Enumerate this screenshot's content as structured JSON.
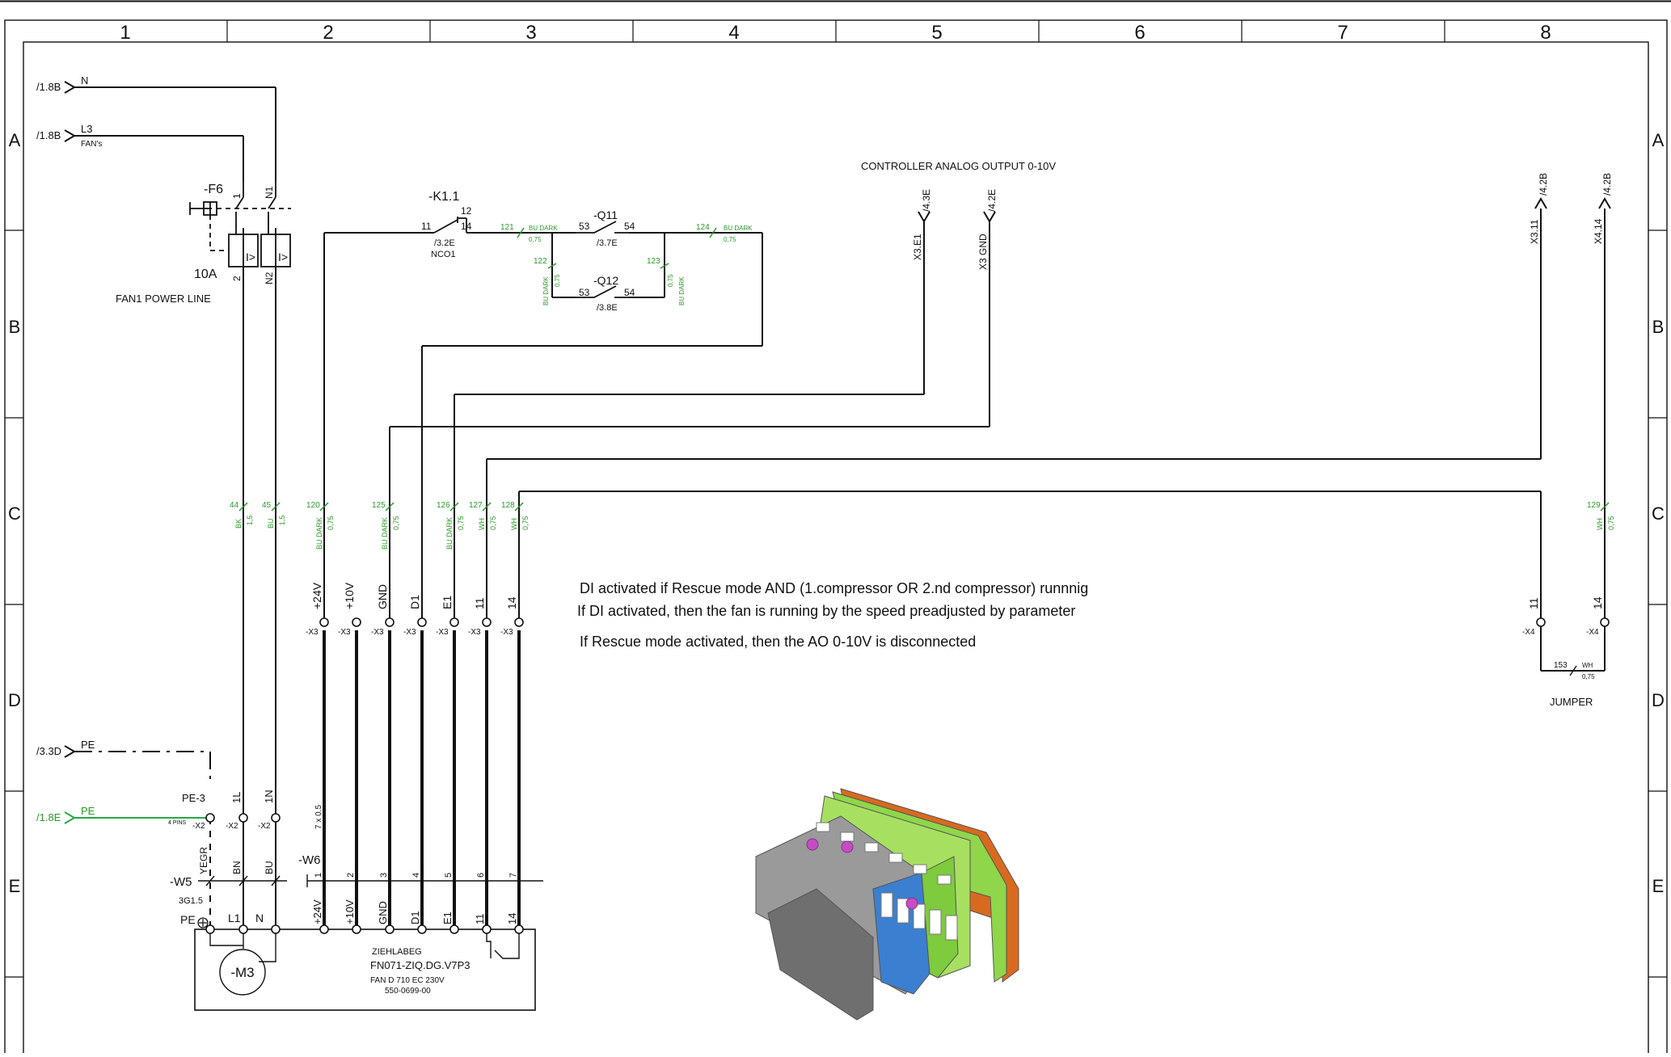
{
  "frame": {
    "columns": [
      "1",
      "2",
      "3",
      "4",
      "5",
      "6",
      "7",
      "8"
    ],
    "rows": [
      "A",
      "B",
      "C",
      "D",
      "E"
    ]
  },
  "refs": {
    "n_ref": "/1.8B",
    "n_name": "N",
    "l3_ref": "/1.8B",
    "l3_name": "L3",
    "l3_sub": "FAN's",
    "pe1_ref": "/3.3D",
    "pe1_name": "PE",
    "pe2_ref": "/1.8E",
    "pe2_name": "PE"
  },
  "breaker": {
    "tag": "-F6",
    "rating": "10A",
    "caption": "FAN1 POWER LINE",
    "t1": "1",
    "t2": "2",
    "tn1": "N1",
    "tn2": "N2"
  },
  "relay": {
    "k11": "-K1.1",
    "k_12": "12",
    "k_11": "11",
    "k_14": "14",
    "k_ref": "/3.2E",
    "k_nco": "NCO1",
    "q11": "-Q11",
    "q11_53": "53",
    "q11_54": "54",
    "q11_ref": "/3.7E",
    "q12": "-Q12",
    "q12_53": "53",
    "q12_54": "54",
    "q12_ref": "/3.8E"
  },
  "wire_marks": {
    "w121": "121",
    "w122": "122",
    "w123": "123",
    "w124": "124",
    "bu_dark": "BU DARK",
    "size_075": "0,75"
  },
  "controller": {
    "label": "CONTROLLER ANALOG OUTPUT 0-10V",
    "x3e1": "X3.E1",
    "x3e1_ref": "/4.3E",
    "x3gnd": "X3 GND",
    "x3gnd_ref": "/4.2E",
    "x311": "X3.11",
    "x311_ref": "/4.2B",
    "x414": "X4.14",
    "x414_ref": "/4.2B"
  },
  "cores": [
    {
      "num": "44",
      "color": "BK",
      "size": "1,5"
    },
    {
      "num": "45",
      "color": "BU",
      "size": "1,5"
    },
    {
      "num": "120",
      "color": "BU DARK",
      "size": "0,75"
    },
    {
      "num": "125",
      "color": "BU DARK",
      "size": "0,75"
    },
    {
      "num": "126",
      "color": "BU DARK",
      "size": "0,75"
    },
    {
      "num": "127",
      "color": "WH",
      "size": "0,75"
    },
    {
      "num": "128",
      "color": "WH",
      "size": "0,75"
    },
    {
      "num": "129",
      "color": "WH",
      "size": "0,75"
    }
  ],
  "x3_terminals": [
    {
      "name": "+24V",
      "tag": "-X3"
    },
    {
      "name": "+10V",
      "tag": "-X3"
    },
    {
      "name": "GND",
      "tag": "-X3"
    },
    {
      "name": "D1",
      "tag": "-X3"
    },
    {
      "name": "E1",
      "tag": "-X3"
    },
    {
      "name": "11",
      "tag": "-X3"
    },
    {
      "name": "14",
      "tag": "-X3"
    }
  ],
  "x4": {
    "t11": "11",
    "t14": "14",
    "tag": "-X4",
    "wire": "153",
    "color": "WH",
    "size": "0,75",
    "label": "JUMPER"
  },
  "notes": {
    "line1": "DI activated if Rescue mode AND (1.compressor OR 2.nd compressor) runnnig",
    "line2": "If DI activated, then the fan is running by the speed preadjusted by parameter",
    "line3": "If Rescue mode activated, then the AO 0-10V is disconnected"
  },
  "pe_strip": {
    "pe3": "PE-3",
    "x2": "-X2",
    "pins": "4 PINS",
    "l1": "1L",
    "n1": "1N"
  },
  "w5": {
    "tag": "-W5",
    "yegr": "YEGR",
    "bn": "BN",
    "bu": "BU",
    "size": "3G1.5"
  },
  "w6": {
    "tag": "-W6",
    "spec": "7 x 0.5",
    "cores": [
      "1",
      "2",
      "3",
      "4",
      "5",
      "6",
      "7"
    ]
  },
  "motor": {
    "pe": "PE",
    "l1": "L1",
    "n": "N",
    "tag": "-M3",
    "terms": [
      "+24V",
      "+10V",
      "GND",
      "D1",
      "E1",
      "11",
      "14"
    ],
    "maker": "ZIEHLABEG",
    "model": "FN071-ZIQ.DG.V7P3",
    "desc": "FAN D 710 EC 230V",
    "part": "550-0699-00"
  },
  "colors": {
    "wire": "#111111",
    "mark": "#2a9a2a",
    "pe_wire": "#27a844"
  }
}
